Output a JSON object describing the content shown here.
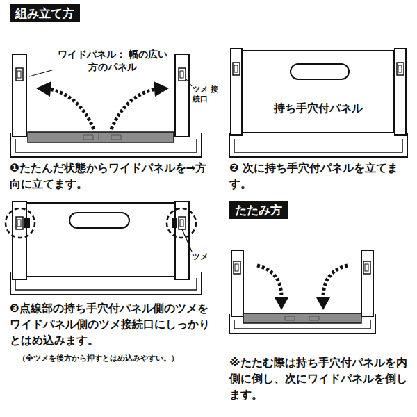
{
  "diagram": {
    "nodes": [
      {
        "text": [
          "組み立て方"
        ]
      },
      {
        "text": [
          "持ち手穴付パネル"
        ]
      },
      {
        "text": [
          "たたみ方"
        ]
      }
    ],
    "labels": [
      "ワイドパネル： 幅の広い方のパネル",
      "ツメ 接続口",
      "❶たたんだ状態からワイドパネルを→方向に立てます。",
      "❷ 次に持ち手穴付パネルを立てます。",
      "❸点線部の持ち手穴付パネル側のツメをワイドパネル側のツメ接続口にしっかりとはめ込みます。",
      "（※ツメを後方から押すとはめ込みやすい。）",
      "ツメ",
      "※たたむ際は持ち手穴付パネルを内側に倒し、次にワイドパネルを倒します。"
    ]
  }
}
